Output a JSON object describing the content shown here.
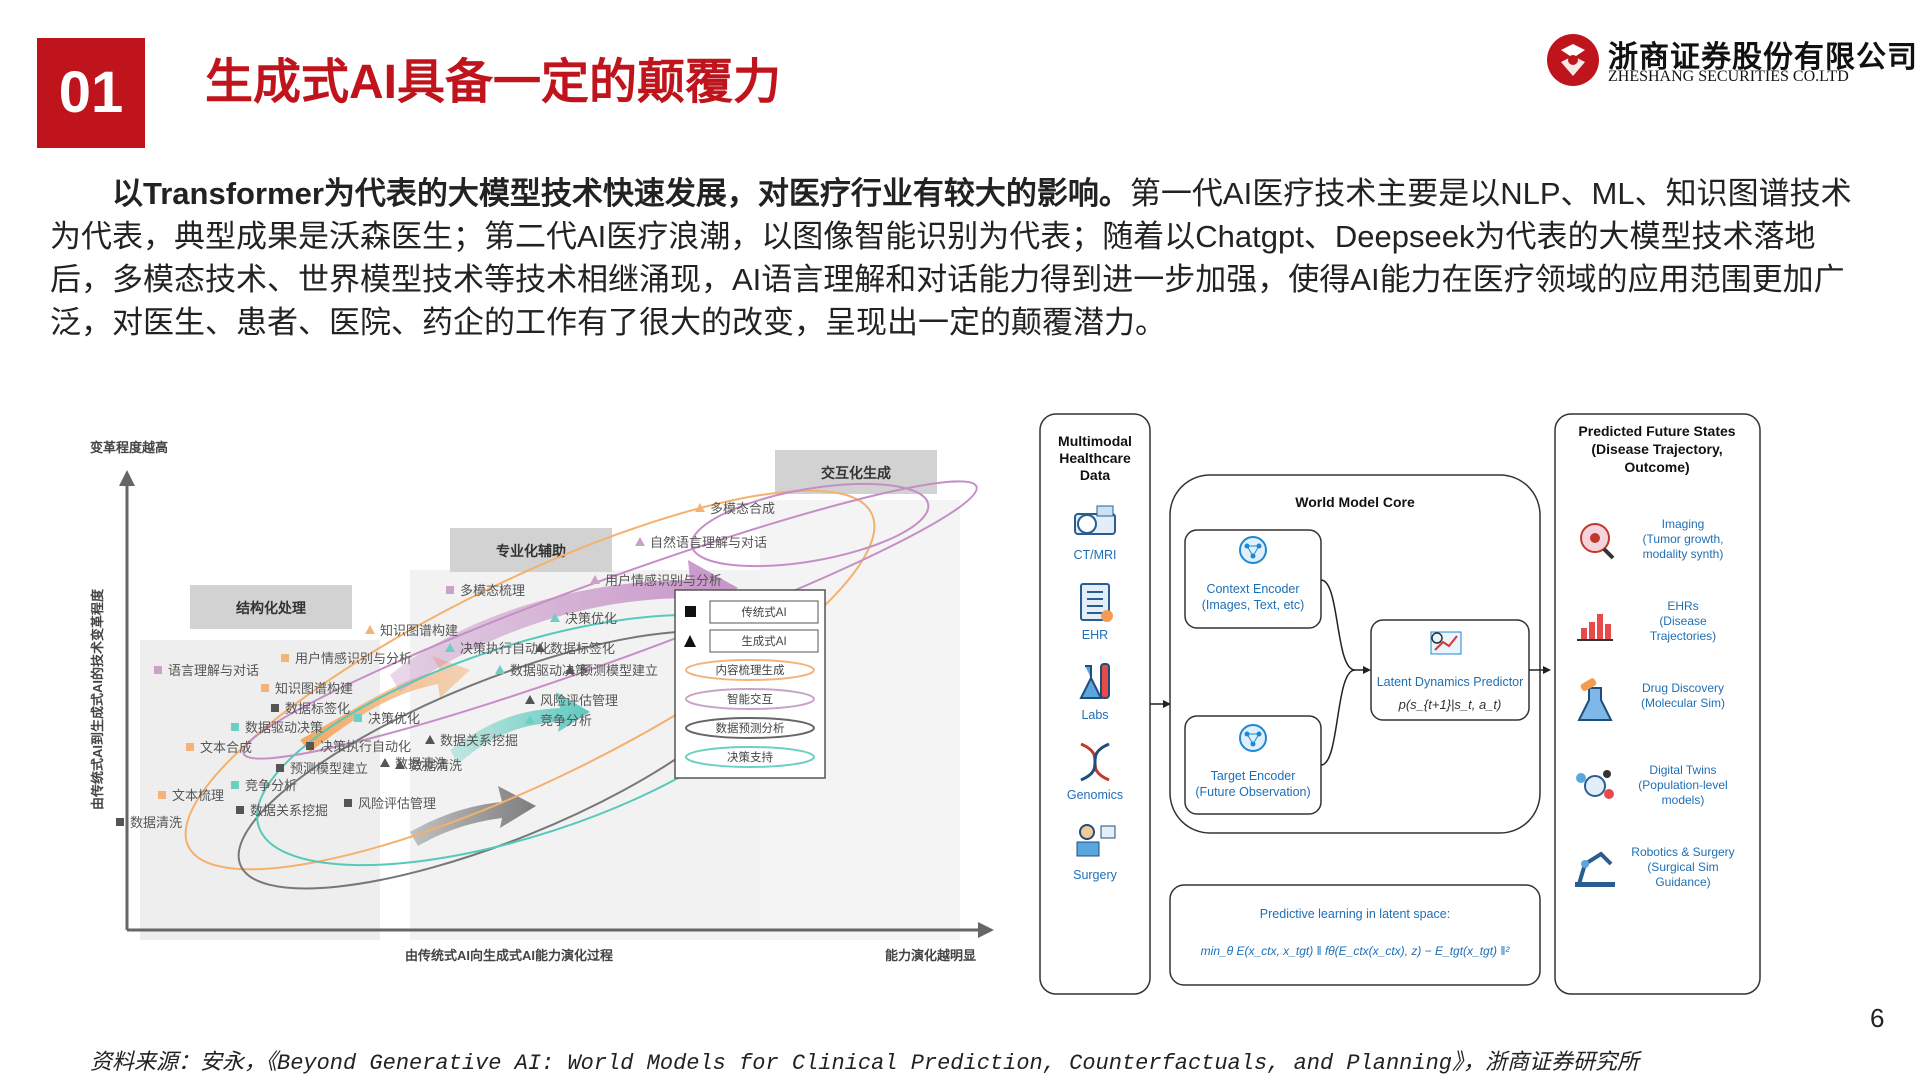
{
  "header": {
    "section_number": "01",
    "title": "生成式AI具备一定的颠覆力",
    "logo_cn": "浙商证券股份有限公司",
    "logo_en": "ZHESHANG SECURITIES CO.LTD",
    "brand_color": "#c0141c"
  },
  "intro": {
    "lead": "以Transformer为代表的大模型技术快速发展，对医疗行业有较大的影响。",
    "body": "第一代AI医疗技术主要是以NLP、ML、知识图谱技术为代表，典型成果是沃森医生；第二代AI医疗浪潮，以图像智能识别为代表；随着以Chatgpt、Deepseek为代表的大模型技术落地后，多模态技术、世界模型技术等技术相继涌现，AI语言理解和对话能力得到进一步加强，使得AI能力在医疗领域的应用范围更加广泛，对医生、患者、医院、药企的工作有了很大的改变，呈现出一定的颠覆潜力。"
  },
  "left_figure": {
    "y_axis_top": "变革程度越高",
    "y_axis_label": "由传统式AI到生成式AI的技术变革程度",
    "x_axis_label": "由传统式AI向生成式AI能力演化过程",
    "x_axis_right": "能力演化越明显",
    "stages": [
      "结构化处理",
      "专业化辅助",
      "交互化生成"
    ],
    "points": [
      {
        "label": "多模态合成",
        "marker": "triangle",
        "color": "#f3b37a"
      },
      {
        "label": "自然语言理解与对话",
        "marker": "triangle",
        "color": "#c9a2c9"
      },
      {
        "label": "用户情感识别与分析",
        "marker": "triangle",
        "color": "#c9a2c9"
      },
      {
        "label": "多模态梳理",
        "marker": "square",
        "color": "#c9a2c9"
      },
      {
        "label": "知识图谱构建",
        "marker": "triangle",
        "color": "#f3b37a"
      },
      {
        "label": "决策优化",
        "marker": "triangle",
        "color": "#6ccfc4"
      },
      {
        "label": "决策执行自动化",
        "marker": "triangle",
        "color": "#6ccfc4"
      },
      {
        "label": "数据标签化",
        "marker": "triangle",
        "color": "#666666"
      },
      {
        "label": "预测模型建立",
        "marker": "triangle",
        "color": "#666666"
      },
      {
        "label": "数据驱动决策",
        "marker": "triangle",
        "color": "#6ccfc4"
      },
      {
        "label": "风险评估管理",
        "marker": "triangle",
        "color": "#666666"
      },
      {
        "label": "竞争分析",
        "marker": "triangle",
        "color": "#6ccfc4"
      },
      {
        "label": "数据关系挖掘",
        "marker": "triangle",
        "color": "#666666"
      },
      {
        "label": "数据清洗",
        "marker": "triangle",
        "color": "#666666"
      },
      {
        "label": "语言理解与对话",
        "marker": "square",
        "color": "#c9a2c9"
      },
      {
        "label": "用户情感识别与分析",
        "marker": "square",
        "color": "#f3b37a"
      },
      {
        "label": "知识图谱构建",
        "marker": "square",
        "color": "#f3b37a"
      },
      {
        "label": "数据标签化",
        "marker": "square",
        "color": "#666666"
      },
      {
        "label": "数据驱动决策",
        "marker": "square",
        "color": "#6ccfc4"
      },
      {
        "label": "决策优化",
        "marker": "square",
        "color": "#6ccfc4"
      },
      {
        "label": "文本合成",
        "marker": "square",
        "color": "#f3b37a"
      },
      {
        "label": "决策执行自动化",
        "marker": "square",
        "color": "#666666"
      },
      {
        "label": "预测模型建立",
        "marker": "square",
        "color": "#666666"
      },
      {
        "label": "数据清洗",
        "marker": "triangle",
        "color": "#666666"
      },
      {
        "label": "竞争分析",
        "marker": "square",
        "color": "#6ccfc4"
      },
      {
        "label": "文本梳理",
        "marker": "square",
        "color": "#f3b37a"
      },
      {
        "label": "数据关系挖掘",
        "marker": "square",
        "color": "#666666"
      },
      {
        "label": "风险评估管理",
        "marker": "square",
        "color": "#666666"
      },
      {
        "label": "数据清洗",
        "marker": "square",
        "color": "#666666"
      }
    ],
    "legend": [
      {
        "label": "传统式AI",
        "kind": "square"
      },
      {
        "label": "生成式AI",
        "kind": "triangle"
      },
      {
        "label": "内容梳理生成",
        "kind": "ellipse",
        "color": "#f3b37a"
      },
      {
        "label": "智能交互",
        "kind": "ellipse",
        "color": "#c9a2c9"
      },
      {
        "label": "数据预测分析",
        "kind": "ellipse",
        "color": "#666666"
      },
      {
        "label": "决策支持",
        "kind": "ellipse",
        "color": "#6ccfc4"
      }
    ]
  },
  "right_figure": {
    "inputs_title": "Multimodal Healthcare Data",
    "inputs": [
      {
        "label": "CT/MRI",
        "icon": "ct-scanner-icon"
      },
      {
        "label": "EHR",
        "icon": "ehr-record-icon"
      },
      {
        "label": "Labs",
        "icon": "lab-flask-icon"
      },
      {
        "label": "Genomics",
        "icon": "dna-icon"
      },
      {
        "label": "Surgery",
        "icon": "surgeon-icon"
      }
    ],
    "core_title": "World Model Core",
    "context_encoder": "Context Encoder (Images, Text, etc)",
    "target_encoder": "Target Encoder (Future Observation)",
    "predictor": "Latent Dynamics Predictor",
    "predictor_formula": "p(s_{t+1}|s_t, a_t)",
    "loss_title": "Predictive learning in latent space:",
    "loss_formula": "min_θ E(x_ctx, x_tgt) ‖ fθ(E_ctx(x_ctx), z) − E_tgt(x_tgt) ‖²",
    "outputs_title": "Predicted Future States (Disease Trajectory, Outcome)",
    "outputs": [
      {
        "label": "Imaging (Tumor growth, modality synth)",
        "icon": "imaging-icon"
      },
      {
        "label": "EHRs (Disease Trajectories)",
        "icon": "ehr-chart-icon"
      },
      {
        "label": "Drug Discovery (Molecular Sim)",
        "icon": "drug-flask-icon"
      },
      {
        "label": "Digital Twins (Population-level models)",
        "icon": "digital-twin-icon"
      },
      {
        "label": "Robotics & Surgery (Surgical Sim Guidance)",
        "icon": "robot-arm-icon"
      }
    ]
  },
  "footer": {
    "page_number": "6",
    "source": "资料来源：安永，《Beyond Generative AI: World Models for Clinical Prediction, Counterfactuals, and Planning》，浙商证券研究所"
  }
}
